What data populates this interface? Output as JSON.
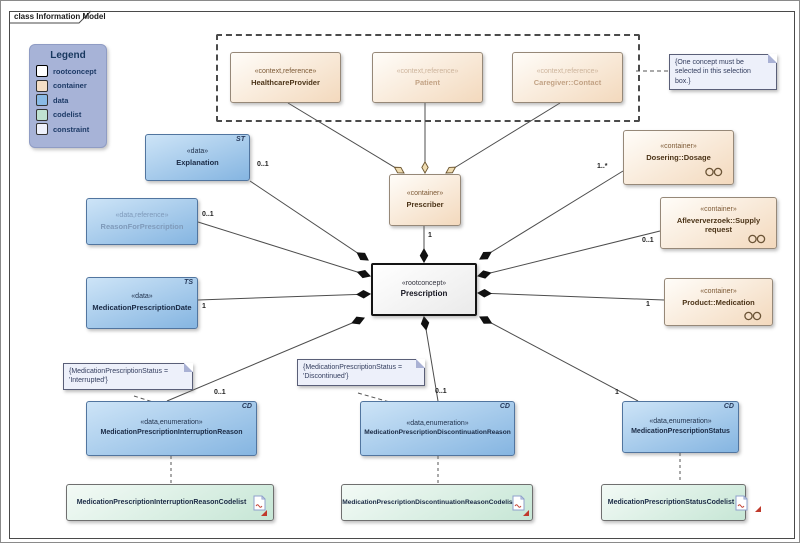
{
  "frame": {
    "title": "class Information Model"
  },
  "legend": {
    "title": "Legend",
    "items": [
      {
        "label": "rootconcept",
        "color": "#ffffff"
      },
      {
        "label": "container",
        "color": "#f5dfc6"
      },
      {
        "label": "data",
        "color": "#8abae4"
      },
      {
        "label": "codelist",
        "color": "#bfe2d1"
      },
      {
        "label": "constraint",
        "color": "#eef1fb"
      }
    ]
  },
  "nodes": {
    "healthcare_provider": {
      "stereotype": "«context,reference»",
      "name": "HealthcareProvider"
    },
    "patient": {
      "stereotype": "«context,reference»",
      "name": "Patient"
    },
    "caregiver": {
      "stereotype": "«context,reference»",
      "name": "Caregiver::Contact"
    },
    "prescriber": {
      "stereotype": "«container»",
      "name": "Prescriber"
    },
    "explanation": {
      "stereotype": "«data»",
      "name": "Explanation",
      "tag": "ST"
    },
    "reason_for_prescription": {
      "stereotype": "«data,reference»",
      "name": "ReasonForPrescription"
    },
    "medication_prescription_date": {
      "stereotype": "«data»",
      "name": "MedicationPrescriptionDate",
      "tag": "TS"
    },
    "prescription": {
      "stereotype": "«rootconcept»",
      "name": "Prescription"
    },
    "dosage": {
      "stereotype": "«container»",
      "name": "Dosering::Dosage"
    },
    "supply_request": {
      "stereotype": "«container»",
      "name": "Afleververzoek::Supply request"
    },
    "medication": {
      "stereotype": "«container»",
      "name": "Product::Medication"
    },
    "interruption_reason": {
      "stereotype": "«data,enumeration»",
      "name": "MedicationPrescriptionInterruptionReason",
      "tag": "CD"
    },
    "discontinuation_reason": {
      "stereotype": "«data,enumeration»",
      "name": "MedicationPrescriptionDiscontinuationReason",
      "tag": "CD"
    },
    "status": {
      "stereotype": "«data,enumeration»",
      "name": "MedicationPrescriptionStatus",
      "tag": "CD"
    },
    "interruption_codelist": {
      "name": "MedicationPrescriptionInterruptionReasonCodelist"
    },
    "discontinuation_codelist": {
      "name": "MedicationPrescriptionDiscontinuationReasonCodelist"
    },
    "status_codelist": {
      "name": "MedicationPrescriptionStatusCodelist"
    }
  },
  "notes": {
    "selection_constraint": "{One concept must be selected in this selection box.}",
    "interrupted_constraint": "{MedicationPrescriptionStatus = 'Interrupted'}",
    "discontinued_constraint": "{MedicationPrescriptionStatus = 'Discontinued'}"
  },
  "edges": {
    "explanation": "0..1",
    "reason_for_prescription": "0..1",
    "medication_prescription_date": "1",
    "prescriber": "1",
    "dosage": "1..*",
    "supply_request": "0..1",
    "medication": "1",
    "interruption_reason": "0..1",
    "discontinuation_reason": "0..1",
    "status": "1"
  },
  "colors": {
    "rootconcept_fill": "#ffffff",
    "container_fill": "#f3d9bd",
    "data_fill": "#85b5e1",
    "codelist_fill": "#c6e6d5",
    "constraint_fill": "#edf0fa",
    "legend_bg": "#a7b3d7",
    "connector": "#4d4d4d",
    "composition_diamond": "#111111",
    "aggregation_diamond": "#f0ddb2",
    "alert_triangle": "#c0392b"
  }
}
